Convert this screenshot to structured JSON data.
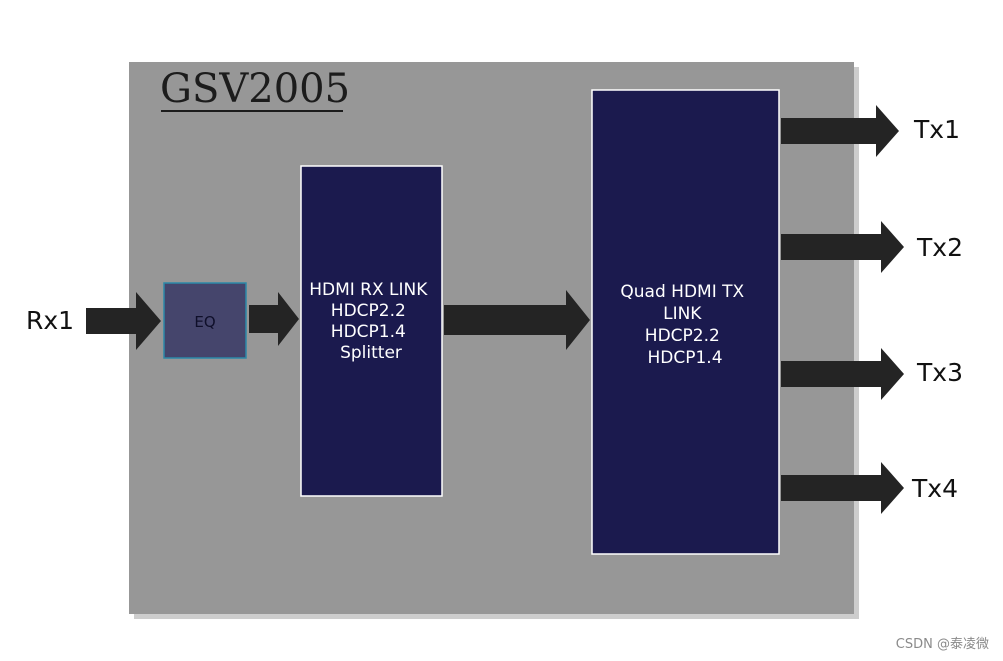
{
  "chip": {
    "title": "GSV2005"
  },
  "input": {
    "label": "Rx1"
  },
  "eq_block": {
    "label": "EQ"
  },
  "rx_block": {
    "lines": [
      "HDMI RX LINK",
      "HDCP2.2",
      "HDCP1.4",
      "Splitter"
    ]
  },
  "tx_block": {
    "lines": [
      "Quad HDMI TX",
      "LINK",
      "HDCP2.2",
      "HDCP1.4"
    ]
  },
  "outputs": [
    {
      "label": "Tx1"
    },
    {
      "label": "Tx2"
    },
    {
      "label": "Tx3"
    },
    {
      "label": "Tx4"
    }
  ],
  "watermark": "CSDN @泰凌微",
  "colors": {
    "chip_background": "#979797",
    "block_fill": "#1b1a4e",
    "eq_fill": "#45456c",
    "arrow_fill": "#242424"
  }
}
